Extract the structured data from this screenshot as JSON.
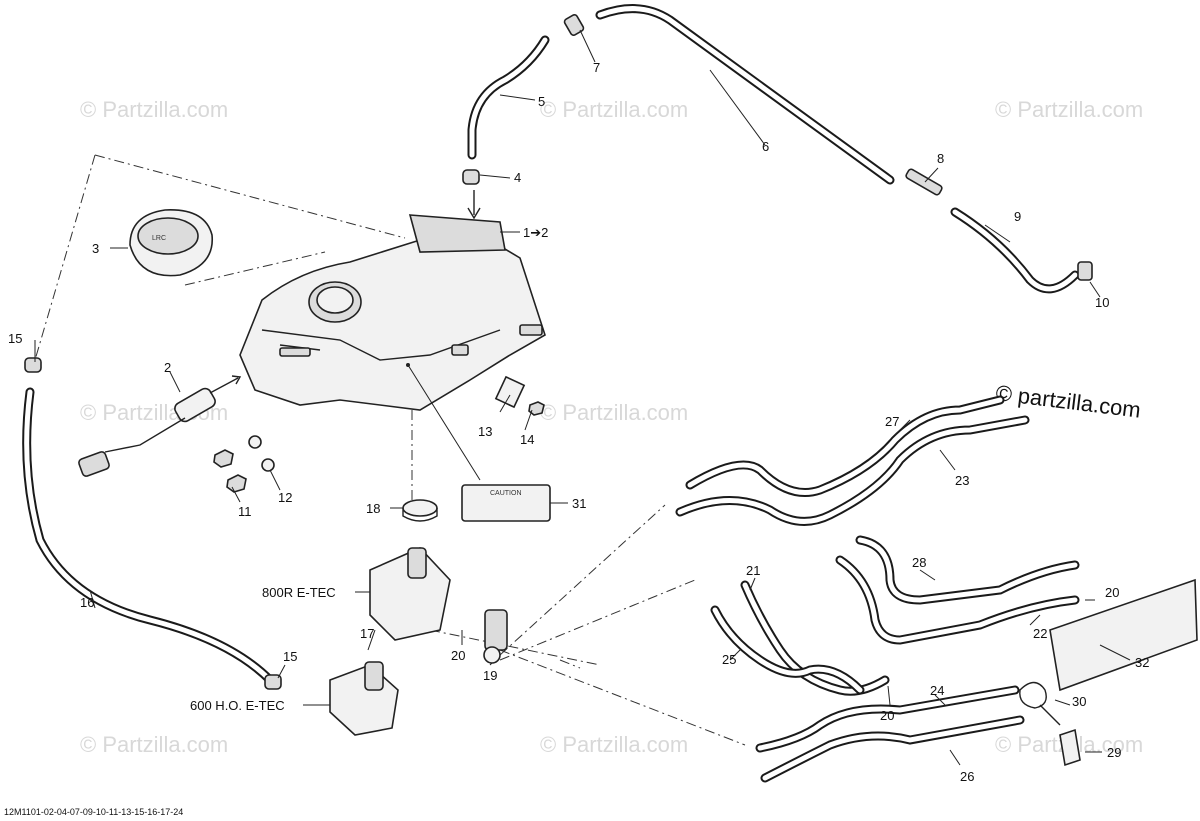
{
  "watermark": {
    "text": "© Partzilla.com",
    "prominent_text": "© partzilla.com"
  },
  "diagram_code": "12M1101-02-04-07-09-10-11-13-15-16-17-24",
  "engine_variants": [
    "800R E-TEC",
    "600 H.O. E-TEC"
  ],
  "cap_text": "LRC",
  "caution_label_text": "CAUTION",
  "callouts": {
    "c1": "1➔2",
    "c2": "2",
    "c3": "3",
    "c4": "4",
    "c5": "5",
    "c6": "6",
    "c7": "7",
    "c8": "8",
    "c9": "9",
    "c10": "10",
    "c11": "11",
    "c12": "12",
    "c13": "13",
    "c14": "14",
    "c15a": "15",
    "c15b": "15",
    "c16": "16",
    "c17": "17",
    "c18": "18",
    "c19": "19",
    "c20a": "20",
    "c20b": "20",
    "c20c": "20",
    "c21": "21",
    "c22": "22",
    "c23": "23",
    "c24": "24",
    "c25": "25",
    "c26": "26",
    "c27": "27",
    "c28": "28",
    "c29": "29",
    "c30": "30",
    "c31": "31",
    "c32": "32"
  }
}
